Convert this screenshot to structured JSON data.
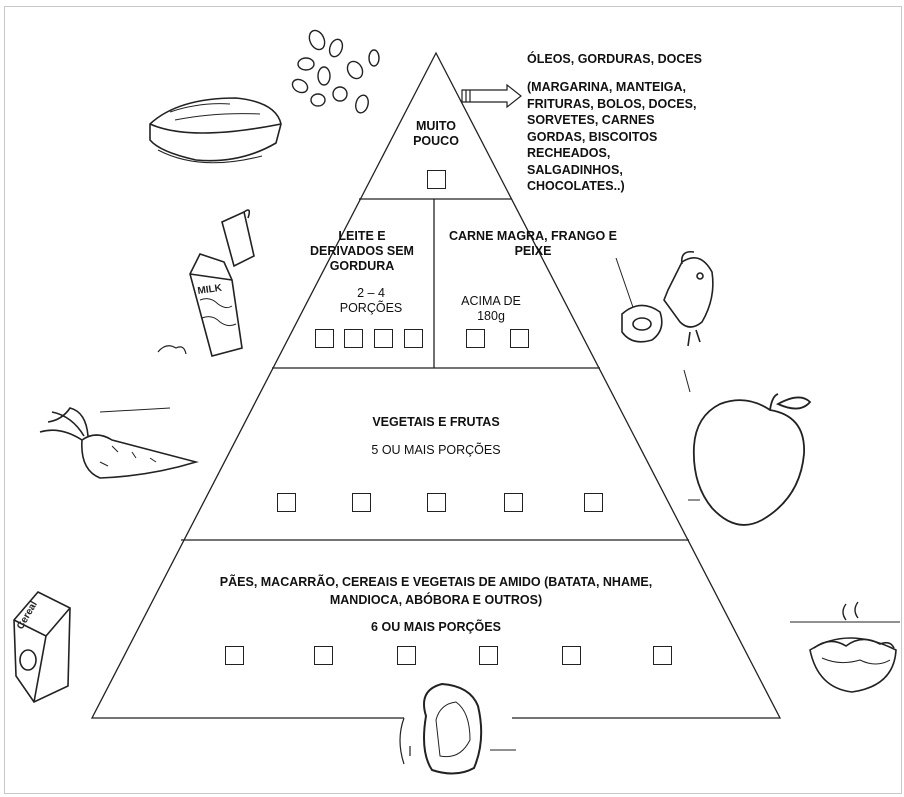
{
  "pyramid": {
    "top": {
      "label_lines": [
        "MUITO",
        "POUCO"
      ],
      "boxes": 1
    },
    "dairy": {
      "label_lines": [
        "LEITE  E",
        "DERIVADOS SEM",
        "GORDURA"
      ],
      "portion_lines": [
        "2 – 4",
        "PORÇÕES"
      ],
      "boxes": 4
    },
    "meat": {
      "label_lines": [
        "CARNE MAGRA, FRANGO E",
        "PEIXE"
      ],
      "portion_lines": [
        "ACIMA DE",
        "180g"
      ],
      "boxes": 2
    },
    "vegetables": {
      "label": "VEGETAIS E FRUTAS",
      "portion": "5 OU MAIS PORÇÕES",
      "boxes": 5
    },
    "grains": {
      "label_lines": [
        "PÃES, MACARRÃO, CEREAIS E VEGETAIS DE AMIDO (BATATA, NHAME,",
        "MANDIOCA, ABÓBORA E OUTROS)"
      ],
      "portion": "6 OU MAIS PORÇÕES",
      "boxes": 6
    }
  },
  "side_note": {
    "title": "ÓLEOS, GORDURAS, DOCES",
    "lines": [
      "(MARGARINA, MANTEIGA,",
      "FRITURAS, BOLOS, DOCES,",
      "SORVETES, CARNES",
      "GORDAS, BISCOITOS",
      "RECHEADOS,",
      "SALGADINHOS,",
      "CHOCOLATES..)"
    ]
  },
  "illustrations": {
    "milk_carton_text": "MILK",
    "cereal_box_text": "Cereal"
  }
}
